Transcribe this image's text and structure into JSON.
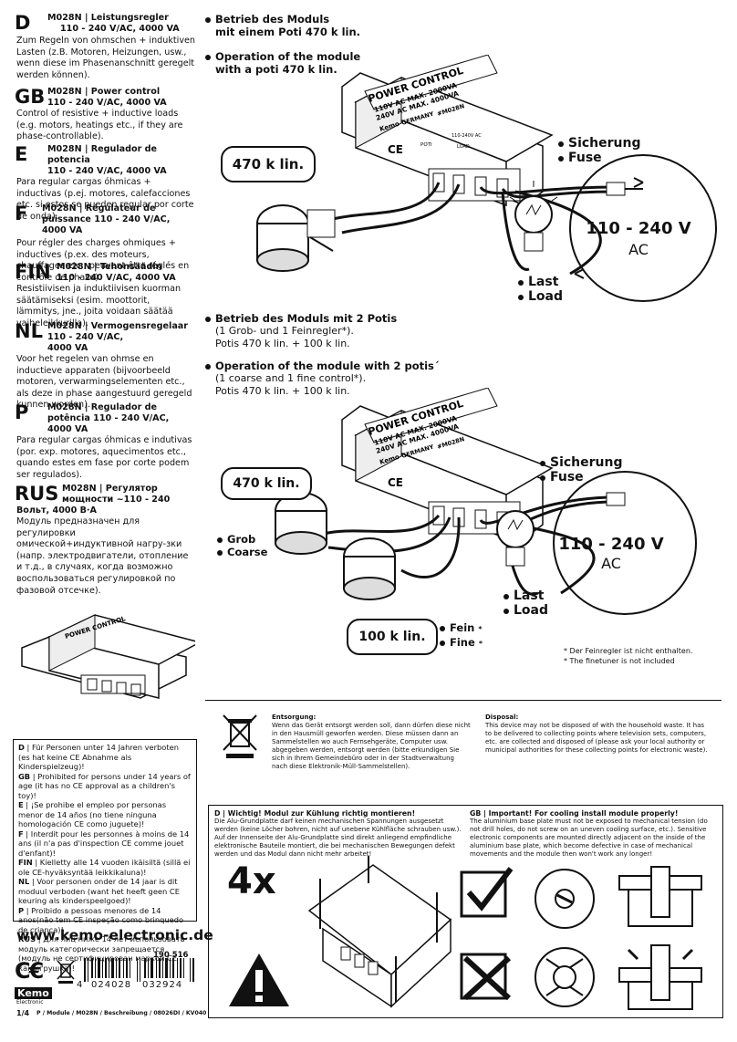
{
  "langs": [
    {
      "code": "D",
      "head1": "M028N | Leistungsregler",
      "head2": "110 - 240 V/AC, 4000 VA",
      "body": "Zum Regeln von ohmschen + induktiven Lasten (z.B. Motoren, Heizungen, usw., wenn diese im Phasenanschnitt geregelt werden können)."
    },
    {
      "code": "GB",
      "head1": "M028N | Power control",
      "head2": "110 - 240 V/AC, 4000 VA",
      "body": "Control of resistive + inductive loads (e.g. motors, heatings etc., if they are phase-controllable)."
    },
    {
      "code": "E",
      "head1": "M028N | Regulador de potencia",
      "head2": "110 - 240 V/AC, 4000 VA",
      "body": "Para regular cargas óhmicas + inductivas (p.ej. motores, calefacciones etc. si estos se pueden regular por corte de onda)."
    },
    {
      "code": "F",
      "head1": "M028N | Régulateur de puissance 110 - 240 V/AC, 4000 VA",
      "head2": "",
      "body": "Pour régler des charges ohmiques + inductives (p.ex. des moteurs, chauffages etc., peuvent être réglés en contrôle de phase)."
    },
    {
      "code": "FIN",
      "head1": "M028N | Tehonsäädin",
      "head2": "110 - 240 V/AC, 4000 VA",
      "body": "Resistiivisen ja induktiivisen kuorman säätämiseksi (esim. moottorit, lämmitys, jne., joita voidaan säätää vaiheleikkurilla)."
    },
    {
      "code": "NL",
      "head1": "M028N | Vermogensregelaar 110 - 240 V/AC,",
      "head2": "4000 VA",
      "body": "Voor het regelen van ohmse en inductieve apparaten (bijvoorbeeld motoren, verwarmingselementen etc., als deze in phase aangestuurd geregeld kunnen worden)."
    },
    {
      "code": "P",
      "head1": "M028N | Regulador de potência 110 - 240 V/AC,",
      "head2": "4000 VA",
      "body": "Para regular cargas óhmicas e indutivas (por. exp. motores, aquecimentos etc., quando estes em fase por corte podem ser regulados)."
    },
    {
      "code": "RUS",
      "head1": "M028N | Регулятор мощности ~110 - 240",
      "head2": "Вольт, 4000 В·А",
      "body": "Модуль предназначен для регулировки омической+индуктивной нагру-зки (напр. электродвигатели, отопление и т.д., в случаях, когда возможно воспользоваться регулировкой по фазовой отсечке)."
    }
  ],
  "diagram1": {
    "line1": "Betrieb des Moduls",
    "line2": "mit einem Poti 470 k lin.",
    "line3": "Operation of the module",
    "line4": "with a poti 470 k lin.",
    "poti": "470 k lin.",
    "fuse1": "Sicherung",
    "fuse2": "Fuse",
    "load1": "Last",
    "load2": "Load",
    "volt": "110 - 240 V",
    "ac": "AC"
  },
  "diagram2": {
    "line1": "Betrieb des Moduls mit 2 Potis",
    "line2": "(1 Grob- und 1 Feinregler*).",
    "line3": "Potis 470 k lin. + 100 k lin.",
    "line4": "Operation of the module with 2 potis´",
    "line5": "(1 coarse and 1 fine control*).",
    "line6": "Potis 470 k lin. + 100 k lin.",
    "poti1": "470 k lin.",
    "poti2": "100 k lin.",
    "grob": "Grob",
    "coarse": "Coarse",
    "fein": "Fein",
    "fine": "Fine",
    "fuse1": "Sicherung",
    "fuse2": "Fuse",
    "load1": "Last",
    "load2": "Load",
    "volt": "110 - 240 V",
    "ac": "AC",
    "note1": "* Der Feinregler ist nicht enthalten.",
    "note2": "* The finetuner is not included"
  },
  "module": {
    "title": "POWER CONTROL",
    "spec1": "110V AC    MAX. 2000VA",
    "spec2": "240V AC    MAX. 4000VA",
    "brand": "Kemo",
    "made": "GERMANY",
    "model": "#M028N",
    "poti": "POTI",
    "load": "LOAD",
    "ac": "110-240V AC"
  },
  "disposal": {
    "de_head": "Entsorgung:",
    "de_body": "Wenn das Gerät entsorgt werden soll, dann dürfen diese nicht in den Hausmüll geworfen werden. Diese müssen dann an Sammelstellen wo auch Fernsehgeräte, Computer usw. abgegeben werden, entsorgt werden (bitte erkundigen Sie sich in Ihrem Gemeindebüro oder in der Stadtverwaltung nach diese Elektronik-Müll-Sammelstellen).",
    "gb_head": "Disposal:",
    "gb_body": "This device may not be disposed of with the household waste. It has to be delivered to collecting points where television sets, computers, etc. are collected and disposed of (please ask your local authority or municipal authorities for these collecting points for electronic waste)."
  },
  "age": [
    {
      "c": "D",
      "t": "Für Personen unter 14 Jahren verboten (es hat keine CE Abnahme als Kinderspielzeug)!"
    },
    {
      "c": "GB",
      "t": "Prohibited for persons under 14 years of age (it has no CE approval as a children's toy)!"
    },
    {
      "c": "E",
      "t": "¡Se prohibe el empleo por personas menor de 14 años (no tiene ninguna homologación CE como juguete)!"
    },
    {
      "c": "F",
      "t": "Interdit pour les personnes à moins de 14 ans (il n'a pas d'inspection CE comme jouet d'enfant)!"
    },
    {
      "c": "FIN",
      "t": "Kielletty alle 14 vuoden ikäisiltä (sillä ei ole CE-hyväksyntää leikkikaluna)!"
    },
    {
      "c": "NL",
      "t": "Voor personen onder de 14 jaar is dit moduul verboden (want het heeft geen CE keuring als kinderspeelgoed)!"
    },
    {
      "c": "P",
      "t": "Proibido a pessoas menores de 14 anos(não tem CE inspeção como brinquedo de criança)!"
    },
    {
      "c": "RUS",
      "t": "Для лиц ниже 14 лет использовать модуль категорически запрещается (модуль не сертифицирован маркой CE как игрушка)!"
    }
  ],
  "mount": {
    "de_head": "D | Wichtig! Modul zur Kühlung richtig montieren!",
    "de_body": "Die Alu-Grundplatte darf keinen mechanischen Spannungen ausgesetzt werden (keine Löcher bohren, nicht auf unebene Kühlfläche schrauben usw.). Auf der Innenseite der Alu-Grundplatte sind direkt anliegend empfindliche elektronische Bauteile montiert, die bei mechanischen Bewegungen defekt werden und das Modul dann nicht mehr arbeitet!",
    "gb_head": "GB | Important! For cooling install module properly!",
    "gb_body": "The aluminium base plate must not be exposed to mechanical tension (do not drill holes, do not screw on an uneven cooling surface, etc.). Sensitive electronic components are mounted directly adjacent on the inside of the aluminium base plate, which become defective in case of mechanical movements and the module then won't work any longer!",
    "count": "4x"
  },
  "footer": {
    "url": "www.kemo-electronic.de",
    "num": "190 516",
    "barcode1": "4",
    "barcode2": "024028",
    "barcode3": "032924",
    "brand": "Kemo",
    "brand2": "Electronic",
    "page": "1/4",
    "path": "P / Module / M028N / Beschreibung / 08026DI / KV040"
  }
}
